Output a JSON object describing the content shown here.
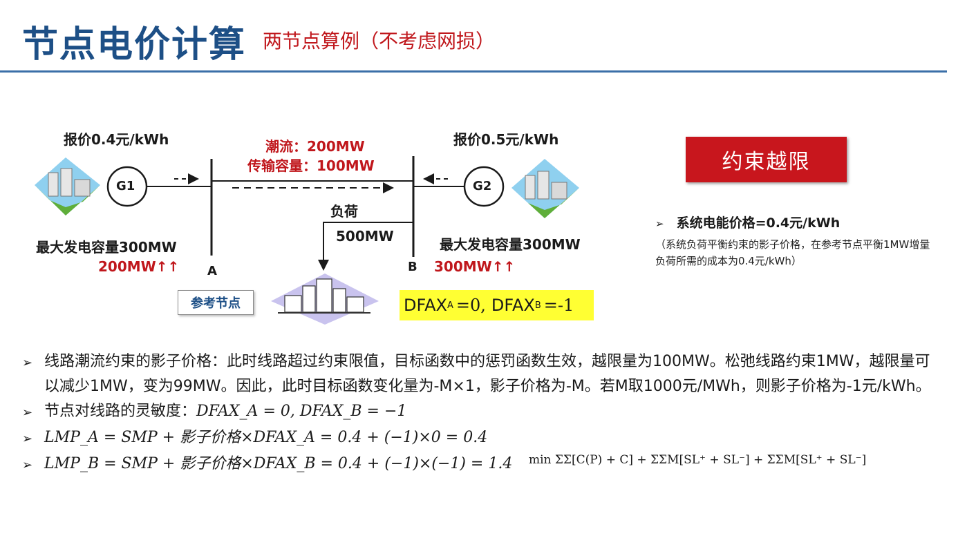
{
  "header": {
    "title": "节点电价计算",
    "subtitle": "两节点算例（不考虑网损）"
  },
  "diagram": {
    "bid_a": "报价0.4元/kWh",
    "bid_b": "报价0.5元/kWh",
    "g1_label": "G1",
    "g2_label": "G2",
    "flow_line1": "潮流：200MW",
    "flow_line2": "传输容量：100MW",
    "load_label": "负荷",
    "load_value": "500MW",
    "max_cap_a": "最大发电容量300MW",
    "max_cap_b": "最大发电容量300MW",
    "gen_a": "200MW↑↑",
    "gen_b": "300MW↑↑",
    "node_a": "A",
    "node_b": "B",
    "ref_node": "参考节点",
    "dfax_a_name": "DFAX",
    "dfax_a_sub": "A",
    "dfax_a_val": "=0,",
    "dfax_b_name": "DFAX",
    "dfax_b_sub": "B",
    "dfax_b_val": "=-1"
  },
  "side": {
    "constraint_button": "约束越限",
    "bullet": "系统电能价格=0.4元/kWh",
    "note": "（系统负荷平衡约束的影子价格，在参考节点平衡1MW增量负荷所需的成本为0.4元/kWh）"
  },
  "bullets": {
    "b1": "线路潮流约束的影子价格：此时线路超过约束限值，目标函数中的惩罚函数生效，越限量为100MW。松弛线路约束1MW，越限量可以减少1MW，变为99MW。因此，此时目标函数变化量为-M×1，影子价格为-M。若M取1000元/MWh，则影子价格为-1元/kWh。",
    "b2_prefix": "节点对线路的灵敏度：",
    "b2_math": "DFAX_A = 0, DFAX_B = −1",
    "b3_math": "LMP_A = SMP + 影子价格×DFAX_A = 0.4 + (−1)×0 = 0.4",
    "b4_math": "LMP_B = SMP + 影子价格×DFAX_B = 0.4 + (−1)×(−1) = 1.4"
  },
  "formula": {
    "text": "min ΣΣ[C(P) + C] + ΣΣM[SL⁺ + SL⁻] + ΣΣM[SL⁺ + SL⁻]"
  },
  "colors": {
    "title_blue": "#1d4f86",
    "accent_red": "#c0171c",
    "highlight_yellow": "#ffff33",
    "button_red": "#c8161d"
  }
}
